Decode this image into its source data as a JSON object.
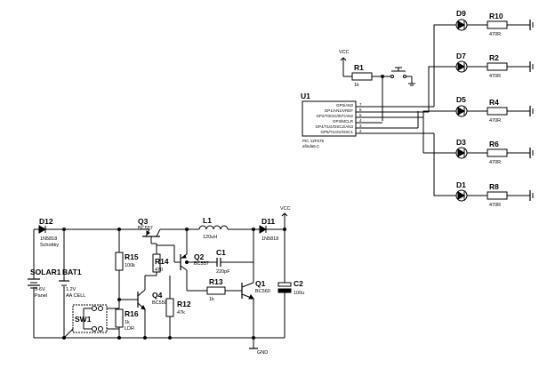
{
  "power": {
    "vcc_top": "VCC",
    "vcc_bottom": "VCC",
    "gnd": "GND"
  },
  "mcu": {
    "ref": "U1",
    "pins": [
      {
        "name": "GP0/AN0",
        "num": "7"
      },
      {
        "name": "GP1/AN1/VREF",
        "num": "6"
      },
      {
        "name": "GP2/T0CKI/INT/AN2",
        "num": "5"
      },
      {
        "name": "GP3/MCLR",
        "num": "4"
      },
      {
        "name": "GP4/T1G/OSC2/AN3",
        "num": "3"
      },
      {
        "name": "GP5/T1CKI/OSC1",
        "num": "2"
      }
    ],
    "part": "PIC 12F675",
    "note": "afinda5.C"
  },
  "r1": {
    "ref": "R1",
    "val": "1k"
  },
  "leds": [
    {
      "d": "D9",
      "r": "R10",
      "val": "470R"
    },
    {
      "d": "D7",
      "r": "R2",
      "val": "470R"
    },
    {
      "d": "D5",
      "r": "R4",
      "val": "470R"
    },
    {
      "d": "D3",
      "r": "R6",
      "val": "470R"
    },
    {
      "d": "D1",
      "r": "R8",
      "val": "470R"
    }
  ],
  "power_circuit": {
    "d12": {
      "ref": "D12",
      "v1": "1N5818",
      "v2": "Schottky"
    },
    "solar": {
      "ref": "SOLAR1",
      "v1": "3-6V",
      "v2": "Panel"
    },
    "bat": {
      "ref": "BAT1",
      "v1": "1.2V",
      "v2": "AA CELL"
    },
    "sw": {
      "ref": "SW1"
    },
    "q3": {
      "ref": "Q3",
      "val": "BC557"
    },
    "r15": {
      "ref": "R15",
      "val": "100k"
    },
    "r14": {
      "ref": "R14",
      "val": "470"
    },
    "q4": {
      "ref": "Q4",
      "val": "BC550"
    },
    "r16": {
      "ref": "R16",
      "v1": "1k",
      "v2": "LDR"
    },
    "l1": {
      "ref": "L1",
      "val": "120uH"
    },
    "q2": {
      "ref": "Q2",
      "val": "BC557"
    },
    "c1": {
      "ref": "C1",
      "val": "220pF"
    },
    "r13": {
      "ref": "R13",
      "val": "1k"
    },
    "r12": {
      "ref": "R12",
      "val": "47k"
    },
    "q1": {
      "ref": "Q1",
      "val": "BC560"
    },
    "d11": {
      "ref": "D11",
      "val": "1N5818"
    },
    "c2": {
      "ref": "C2",
      "val": "100u"
    }
  }
}
